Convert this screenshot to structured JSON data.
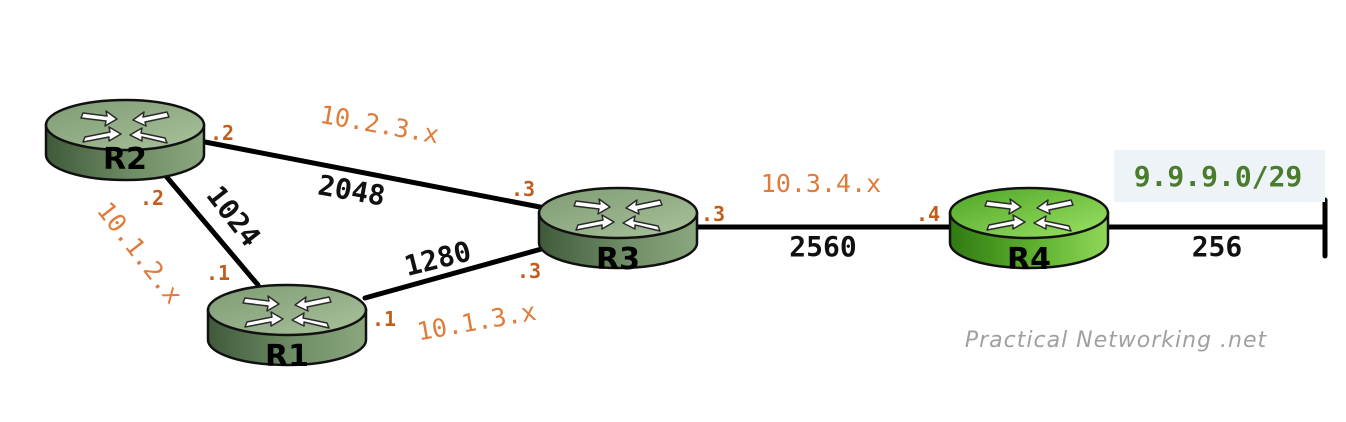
{
  "routers": [
    {
      "id": "r2",
      "label": "R2"
    },
    {
      "id": "r1",
      "label": "R1"
    },
    {
      "id": "r3",
      "label": "R3"
    },
    {
      "id": "r4",
      "label": "R4"
    }
  ],
  "links": {
    "r2_r3": {
      "cost": "2048",
      "subnet": "10.2.3.x"
    },
    "r2_r1": {
      "cost": "1024",
      "subnet": "10.1.2.x"
    },
    "r1_r3": {
      "cost": "1280",
      "subnet": "10.1.3.x"
    },
    "r3_r4": {
      "cost": "2560",
      "subnet": "10.3.4.x"
    },
    "r4_stub": {
      "cost": "256"
    }
  },
  "interfaces": {
    "r2_to_r3": ".2",
    "r2_to_r1": ".2",
    "r1_to_r2": ".1",
    "r1_to_r3": ".1",
    "r3_to_r2": ".3",
    "r3_to_r1": ".3",
    "r3_to_r4": ".3",
    "r4_to_r3": ".4"
  },
  "stub_network": {
    "prefix": "9.9.9.0/29"
  },
  "watermark": "Practical Networking .net",
  "colors": {
    "router_dark": "#4f6b4a",
    "router_light": "#8aa77e",
    "router_highlight_dark": "#3f8f1f",
    "router_highlight_light": "#8fd65a",
    "subnet_text": "#e07b39",
    "interface_text": "#c15e1b",
    "prefix_text": "#4a7c2d",
    "prefix_bg": "#eef3f8"
  }
}
